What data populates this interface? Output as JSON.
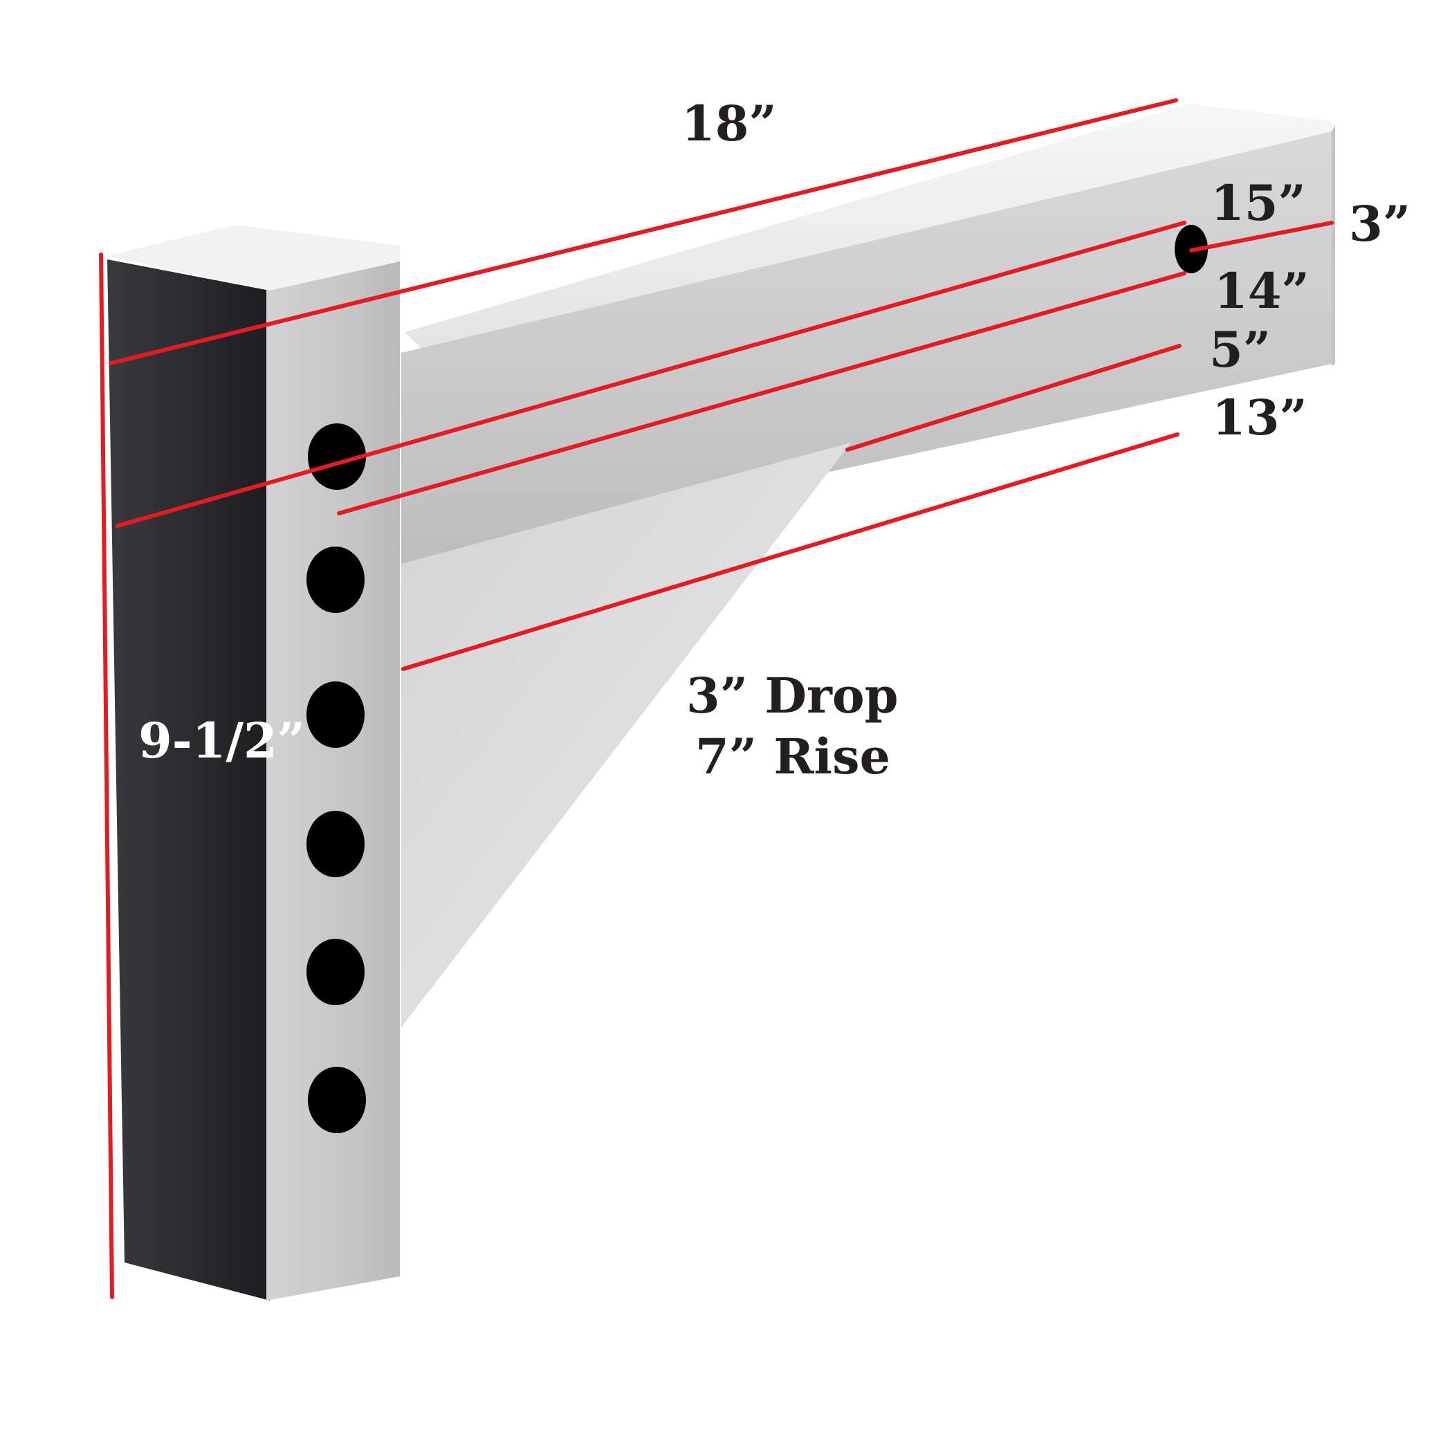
{
  "diagram": {
    "dimensions": {
      "overall_length": "18”",
      "top_hole_upper": "15”",
      "tube_height": "3”",
      "top_hole_lower": "14”",
      "gusset_top": "5”",
      "gusset_bottom": "13”",
      "shank_height": "9-1/2”"
    },
    "drop_rise": {
      "drop": "3” Drop",
      "rise": "7” Rise"
    },
    "holes": {
      "shank_hole_count": 6,
      "tube_hole_count": 1
    },
    "colors": {
      "dimension_line": "#e31b23",
      "label_text": "#231f20",
      "steel_light": "#e6e6e6",
      "steel_face": "#cfcfcf",
      "steel_dark_side": "#2b2b2e"
    }
  }
}
